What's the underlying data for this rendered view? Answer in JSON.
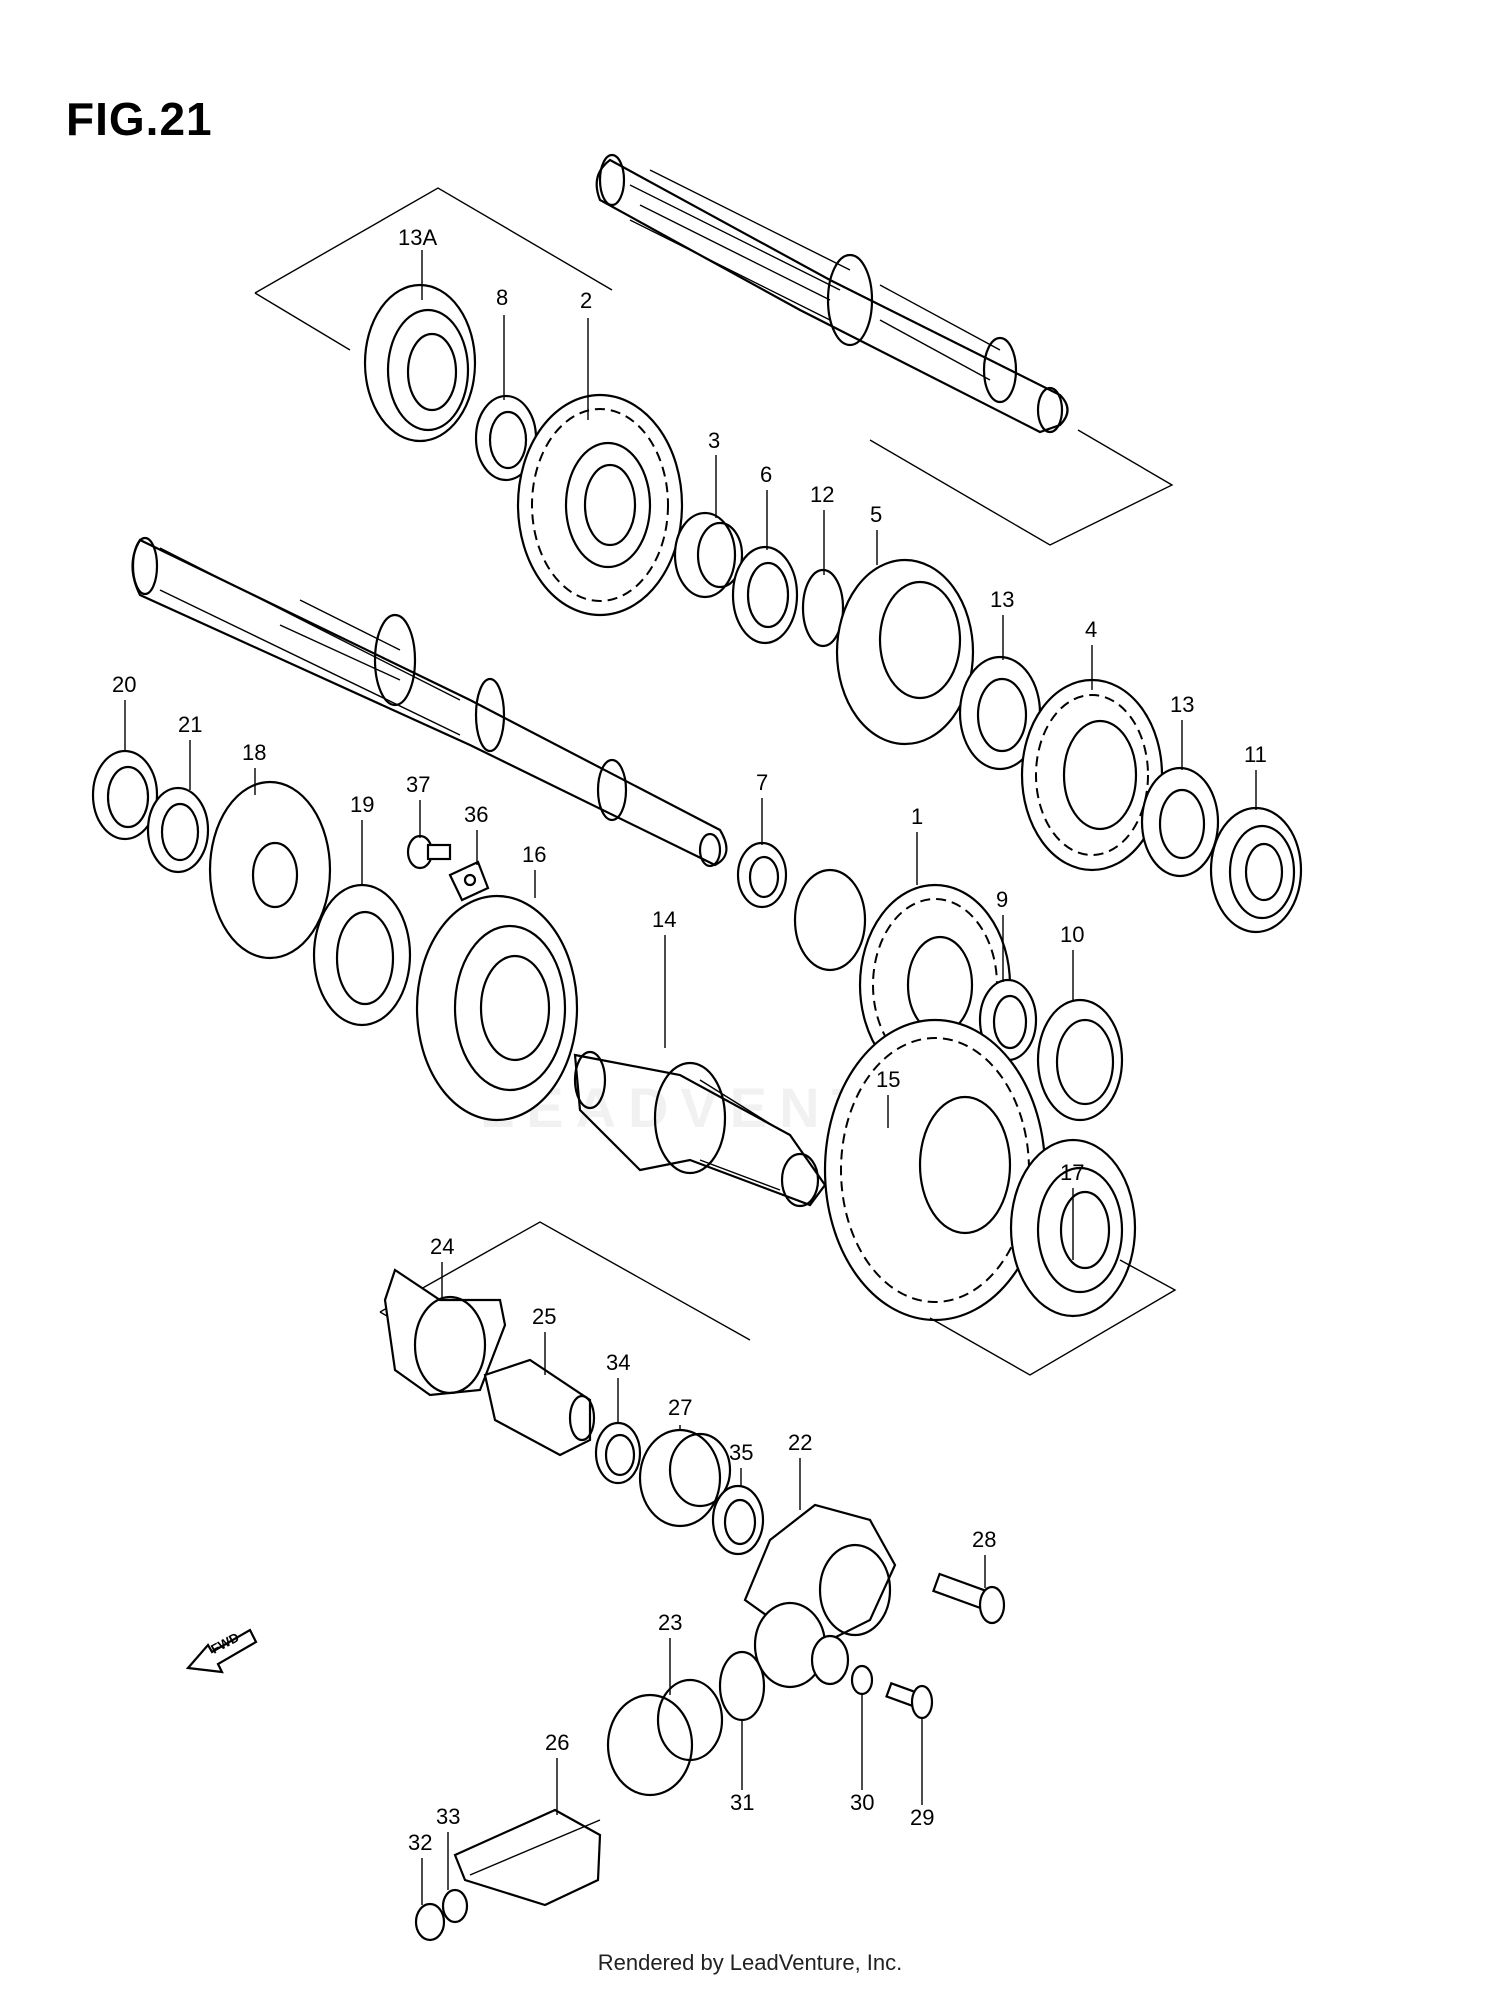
{
  "figure_title": "FIG.21",
  "footer_text": "Rendered by LeadVenture, Inc.",
  "watermark_text": "LEADVENTURE",
  "direction_badge": "FWD",
  "part_numbers": {
    "p13a": "13A",
    "p8": "8",
    "p2": "2",
    "p3": "3",
    "p6": "6",
    "p12": "12",
    "p5": "5",
    "p13_top": "13",
    "p4": "4",
    "p13_mid": "13",
    "p11": "11",
    "p20": "20",
    "p21": "21",
    "p18": "18",
    "p37": "37",
    "p36": "36",
    "p19": "19",
    "p16": "16",
    "p7": "7",
    "p1": "1",
    "p9": "9",
    "p10": "10",
    "p14": "14",
    "p15": "15",
    "p17": "17",
    "p24": "24",
    "p25": "25",
    "p34": "34",
    "p27": "27",
    "p35": "35",
    "p22": "22",
    "p28": "28",
    "p23": "23",
    "p26": "26",
    "p33": "33",
    "p32": "32",
    "p31": "31",
    "p30": "30",
    "p29": "29"
  },
  "colors": {
    "line": "#000000",
    "background": "#ffffff"
  }
}
